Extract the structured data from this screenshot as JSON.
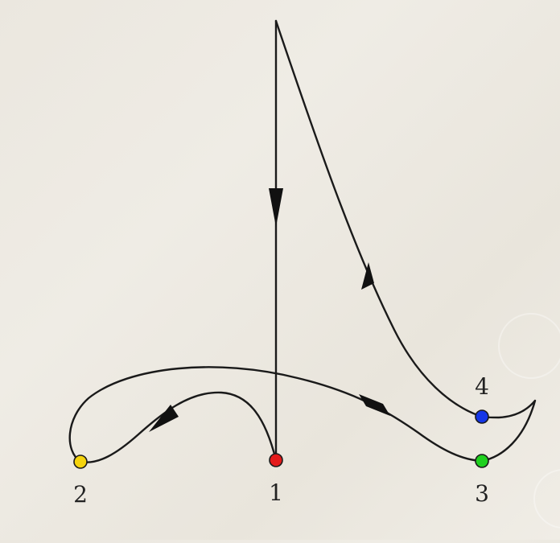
{
  "nodes": [
    {
      "id": "1",
      "label": "1",
      "color": "#e41a1a"
    },
    {
      "id": "2",
      "label": "2",
      "color": "#f5d40e"
    },
    {
      "id": "3",
      "label": "3",
      "color": "#1fd11f"
    },
    {
      "id": "4",
      "label": "4",
      "color": "#1536e6"
    }
  ],
  "edges": [
    {
      "from": "top",
      "to": "1",
      "direction": "down"
    },
    {
      "from": "1",
      "to": "2",
      "direction": "left"
    },
    {
      "from": "2",
      "to": "3",
      "direction": "right"
    },
    {
      "from": "3",
      "to": "4",
      "direction": "loop"
    },
    {
      "from": "4",
      "to": "top",
      "direction": "up"
    }
  ],
  "colors": {
    "stroke": "#1a1a1a",
    "background": "#ece8e0"
  }
}
